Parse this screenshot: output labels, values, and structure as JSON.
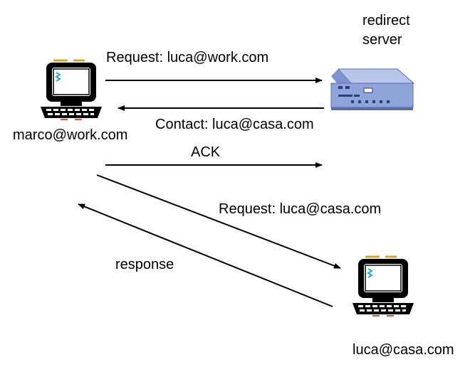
{
  "nodes": {
    "client": {
      "label": "marco@work.com",
      "icon": "computer-icon"
    },
    "redirect_server": {
      "label_line1": "redirect",
      "label_line2": "server",
      "icon": "server-icon"
    },
    "callee": {
      "label": "luca@casa.com",
      "icon": "computer-icon"
    }
  },
  "messages": {
    "request_work": "Request: luca@work.com",
    "contact_casa": "Contact: luca@casa.com",
    "ack": "ACK",
    "request_casa": "Request: luca@casa.com",
    "response": "response"
  },
  "colors": {
    "arrow": "#000000",
    "monitor_keyboard": "#000000",
    "screen": "#ffffff",
    "cursor": "#2aa9c9",
    "server_body": "#8fa4d9",
    "server_dark": "#5a6ea8"
  }
}
